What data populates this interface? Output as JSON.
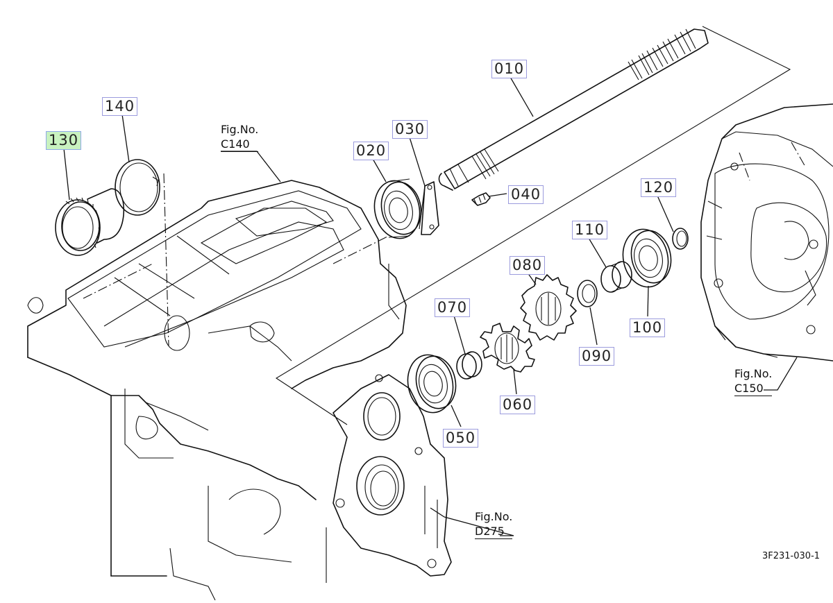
{
  "callouts": {
    "c010": "010",
    "c020": "020",
    "c030": "030",
    "c040": "040",
    "c050": "050",
    "c060": "060",
    "c070": "070",
    "c080": "080",
    "c090": "090",
    "c100": "100",
    "c110": "110",
    "c120": "120",
    "c130": "130",
    "c140": "140"
  },
  "selected_part": "130",
  "figure_refs": {
    "c140": {
      "label": "Fig.No.",
      "number": "C140"
    },
    "c150": {
      "label": "Fig.No.",
      "number": "C150"
    },
    "d275": {
      "label": "Fig.No.",
      "number": "D275"
    }
  },
  "diagram_code": "3F231-030-1",
  "colors": {
    "selected_fill": "#c9f2c0",
    "callout_border": "#9b9bdd",
    "line": "#111111"
  }
}
